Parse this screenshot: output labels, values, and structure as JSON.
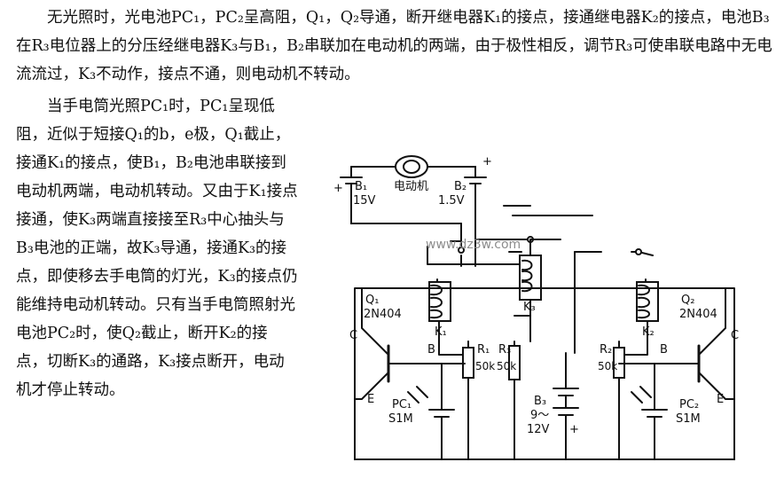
{
  "paragraph_top": "无光照时，光电池PC₁，PC₂呈高阻，Q₁，Q₂导通，断开继电器K₁的接点，接通继电器K₂的接点，电池B₃在R₃电位器上的分压经继电器K₃与B₁，B₂串联加在电动机的两端，由于极性相反，调节R₃可使串联电路中无电流流过，K₃不动作，接点不通，则电动机不转动。",
  "paragraph_left": "当手电筒光照PC₁时，PC₁呈现低阻，近似于短接Q₁的b，e极，Q₁截止，接通K₁的接点，使B₁，B₂电池串联接到电动机两端，电动机转动。又由于K₁接点接通，使K₃两端直接接至R₃中心抽头与B₃电池的正端，故K₃导通，接通K₃的接点，即使移去手电筒的灯光，K₃的接点仍能维持电动机转动。只有当手电筒照射光电池PC₂时，使Q₂截止，断开K₂的接点，切断K₃的通路，K₃接点断开，电动机才停止转动。",
  "watermark": "www.dz3w.com",
  "circuit": {
    "b1": {
      "name": "B₁",
      "value": "15V",
      "plus": "+"
    },
    "motor": "电动机",
    "b2": {
      "name": "B₂",
      "value": "1.5V",
      "plus": "+"
    },
    "q1": {
      "name": "Q₁",
      "model": "2N404"
    },
    "q2": {
      "name": "Q₂",
      "model": "2N404"
    },
    "k1": "K₁",
    "k2": "K₂",
    "k3": "K₃",
    "r1": {
      "name": "R₁",
      "value": "50k"
    },
    "r2": {
      "name": "R₂",
      "value": "50k"
    },
    "r3": {
      "name": "R₃",
      "value": "50k"
    },
    "pc1": {
      "name": "PC₁",
      "value": "S1M"
    },
    "pc2": {
      "name": "PC₂",
      "value": "S1M"
    },
    "b3": {
      "name": "B₃",
      "value": "9～",
      "value2": "12V",
      "plus": "+"
    },
    "c": "C",
    "b": "B",
    "e": "E"
  }
}
